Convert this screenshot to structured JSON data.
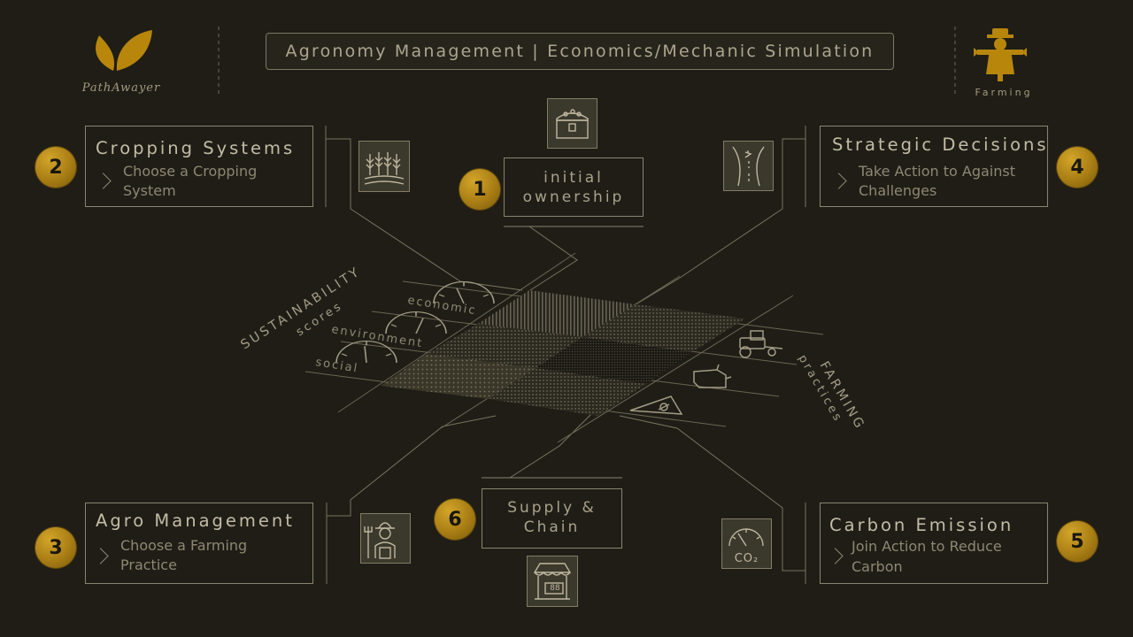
{
  "header": {
    "title": "Agronomy Management | Economics/Mechanic Simulation",
    "brand": "PathAwayer",
    "mode_label": "Farming"
  },
  "steps": [
    {
      "number": "1",
      "title_line1": "initial",
      "title_line2": "ownership"
    },
    {
      "number": "2",
      "title": "Cropping Systems",
      "subtitle_line1": "Choose a Cropping",
      "subtitle_line2": "System"
    },
    {
      "number": "3",
      "title": "Agro Management",
      "subtitle_line1": "Choose a Farming",
      "subtitle_line2": "Practice"
    },
    {
      "number": "4",
      "title": "Strategic Decisions",
      "subtitle_line1": "Take Action to Against",
      "subtitle_line2": "Challenges"
    },
    {
      "number": "5",
      "title": "Carbon Emission",
      "subtitle_line1": "Join Action to Reduce",
      "subtitle_line2": "Carbon"
    },
    {
      "number": "6",
      "title_line1": "Supply &",
      "title_line2": "Chain"
    }
  ],
  "board": {
    "left_axis_line1": "SUSTAINABILITY",
    "left_axis_line2": "scores",
    "right_axis_line1": "FARMING",
    "right_axis_line2": "practices",
    "scores": [
      "economic",
      "environment",
      "social"
    ]
  },
  "icons": {
    "co2_label": "CO₂",
    "market_sign": "88"
  },
  "colors": {
    "background": "#1f1d16",
    "accent_gold": "#b8860b",
    "line": "#8a8470"
  }
}
